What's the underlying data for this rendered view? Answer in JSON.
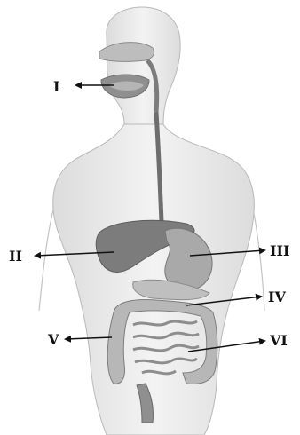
{
  "labels": {
    "i": "I",
    "ii": "II",
    "iii": "III",
    "iv": "IV",
    "v": "V",
    "vi": "VI"
  },
  "colors": {
    "skin_fill": "#ececec",
    "skin_edge": "#b9b9b9",
    "organ_dark": "#7c7c7c",
    "organ_mid": "#a6a6a6",
    "organ_light": "#cdcdcd",
    "ink": "#111111"
  }
}
